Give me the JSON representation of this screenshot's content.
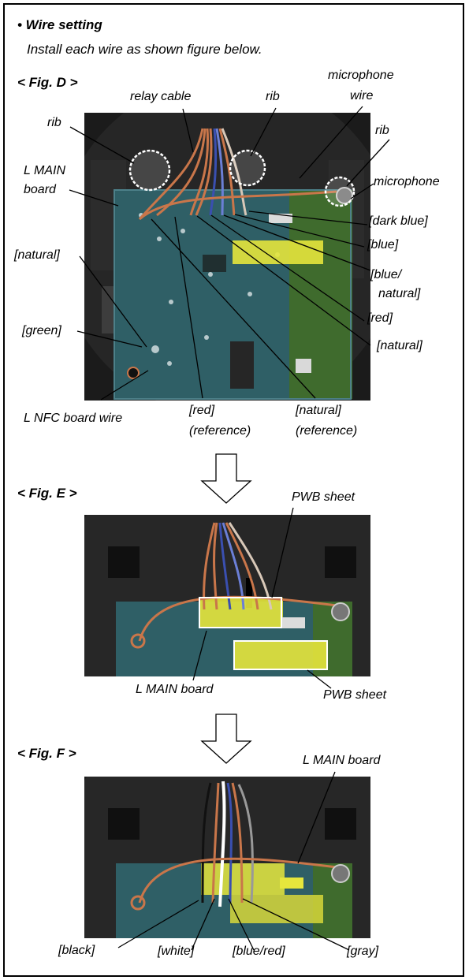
{
  "header": {
    "title": "• Wire setting",
    "instruction": "Install each wire as shown figure below."
  },
  "fig_d": {
    "label": "< Fig. D >",
    "callouts": {
      "relay_cable": "relay cable",
      "rib_top": "rib",
      "microphone_wire_1": "microphone",
      "microphone_wire_2": "wire",
      "rib_left": "rib",
      "rib_right": "rib",
      "l_main_board_1": "L MAIN",
      "l_main_board_2": "board",
      "microphone": "microphone",
      "dark_blue": "[dark blue]",
      "blue": "[blue]",
      "blue_natural_1": "[blue/",
      "blue_natural_2": "natural]",
      "red": "[red]",
      "natural_right": "[natural]",
      "natural_left": "[natural]",
      "green": "[green]",
      "l_nfc_board_wire": "L NFC board wire",
      "red_ref_1": "[red]",
      "red_ref_2": "(reference)",
      "natural_ref_1": "[natural]",
      "natural_ref_2": "(reference)"
    }
  },
  "fig_e": {
    "label": "< Fig. E >",
    "callouts": {
      "pwb_sheet_top": "PWB sheet",
      "l_main_board": "L MAIN board",
      "pwb_sheet_bottom": "PWB sheet"
    }
  },
  "fig_f": {
    "label": "< Fig. F >",
    "callouts": {
      "l_main_board": "L MAIN board",
      "black": "[black]",
      "white": "[white]",
      "blue_red": "[blue/red]",
      "gray": "[gray]"
    }
  },
  "colors": {
    "board": "#2f5f66",
    "housing": "#1b1b1b",
    "highlight": "#e6e63c",
    "copper": "#c9764a"
  }
}
